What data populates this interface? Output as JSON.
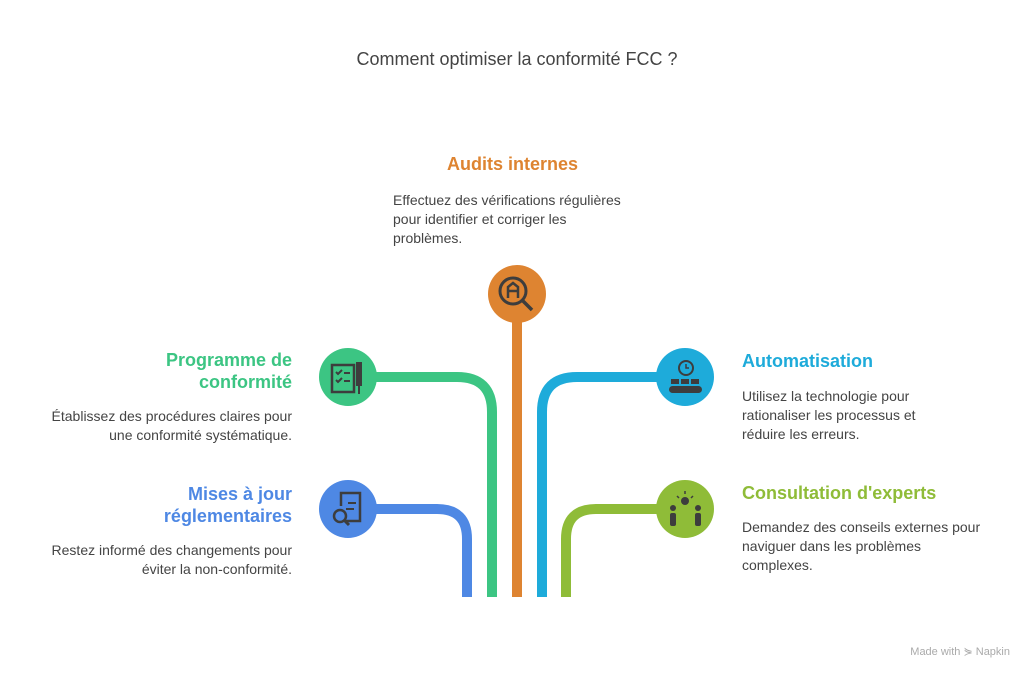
{
  "title": "Comment optimiser la conformité FCC ?",
  "items": [
    {
      "heading": "Audits internes",
      "text": "Effectuez des vérifications régulières pour identifier et corriger les problèmes.",
      "color": "#DE8431",
      "icon": "audit-magnifier-icon"
    },
    {
      "heading": "Programme de conformité",
      "text": "Établissez des procédures claires pour une conformité systématique.",
      "color": "#3CC583",
      "icon": "checklist-pen-icon"
    },
    {
      "heading": "Mises à jour réglementaires",
      "text": "Restez informé des changements pour éviter la non-conformité.",
      "color": "#4E88E4",
      "icon": "document-search-icon"
    },
    {
      "heading": "Automatisation",
      "text": "Utilisez la technologie pour rationaliser les processus et réduire les erreurs.",
      "color": "#1EABDA",
      "icon": "clock-conveyor-icon"
    },
    {
      "heading": "Consultation d'experts",
      "text": "Demandez des conseils externes pour naviguer dans les problèmes complexes.",
      "color": "#8FBC38",
      "icon": "people-idea-icon"
    }
  ],
  "watermark": "Made with ⋟ Napkin"
}
